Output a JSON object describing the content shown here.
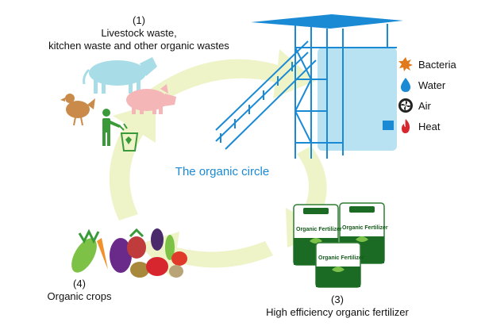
{
  "diagram": {
    "center_title": "The organic circle",
    "accent_color": "#1a8ad4",
    "arrow_color": "#eef3c8",
    "stages": [
      {
        "number": "(1)",
        "label_line1": "Livestock waste,",
        "label_line2": "kitchen waste and other organic wastes"
      },
      {
        "number": "(3)",
        "label_line1": "High efficiency organic fertilizer"
      },
      {
        "number": "(4)",
        "label_line1": "Organic crops"
      }
    ],
    "legend": [
      {
        "label": "Bacteria",
        "icon": "bacteria-icon",
        "color": "#e07a1c"
      },
      {
        "label": "Water",
        "icon": "water-drop-icon",
        "color": "#1a8ad4"
      },
      {
        "label": "Air",
        "icon": "fan-icon",
        "color": "#222222"
      },
      {
        "label": "Heat",
        "icon": "flame-icon",
        "color": "#d8262e"
      }
    ],
    "fertilizer_bag_text": "Organic Fertilizer",
    "colors": {
      "tank": "#b8e2f2",
      "steel": "#1a8ad4",
      "cow": "#a8dde8",
      "pig": "#f5b6b8",
      "hen": "#c98a4a",
      "bin_person": "#3a9a3a"
    }
  }
}
